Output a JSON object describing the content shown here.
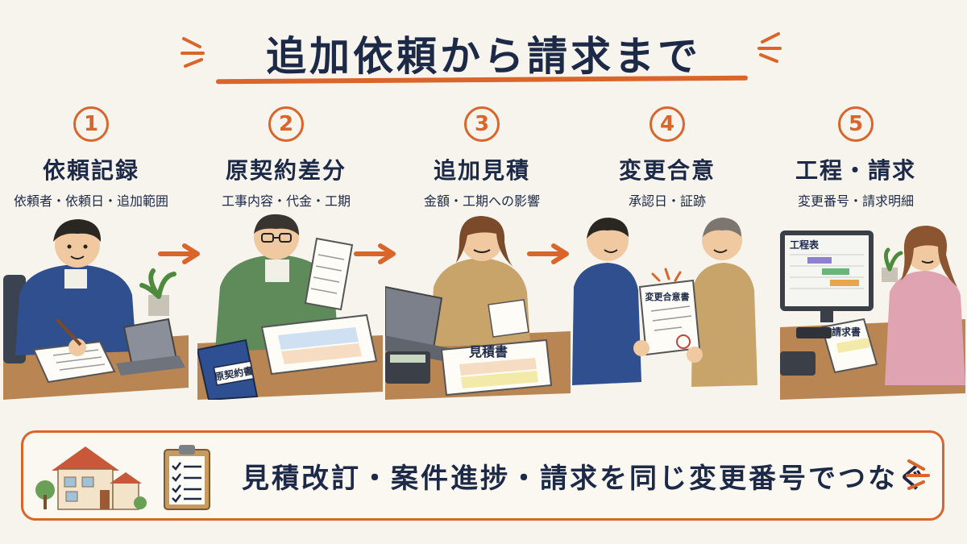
{
  "title": "追加依頼から請求まで",
  "steps": [
    {
      "number": "1",
      "title": "依頼記録",
      "subtitle": "依頼者・依頼日・追加範囲"
    },
    {
      "number": "2",
      "title": "原契約差分",
      "subtitle": "工事内容・代金・工期",
      "document_label": "原契約書"
    },
    {
      "number": "3",
      "title": "追加見積",
      "subtitle": "金額・工期への影響",
      "document_label": "見積書"
    },
    {
      "number": "4",
      "title": "変更合意",
      "subtitle": "承認日・証跡",
      "document_label": "変更合意書"
    },
    {
      "number": "5",
      "title": "工程・請求",
      "subtitle": "変更番号・請求明細",
      "monitor_label": "工程表",
      "document_label": "請求書"
    }
  ],
  "footer": {
    "text": "見積改訂・案件進捗・請求を同じ変更番号でつなぐ"
  },
  "colors": {
    "accent": "#d9652a",
    "navy": "#1c2947",
    "background": "#f7f4ee"
  }
}
